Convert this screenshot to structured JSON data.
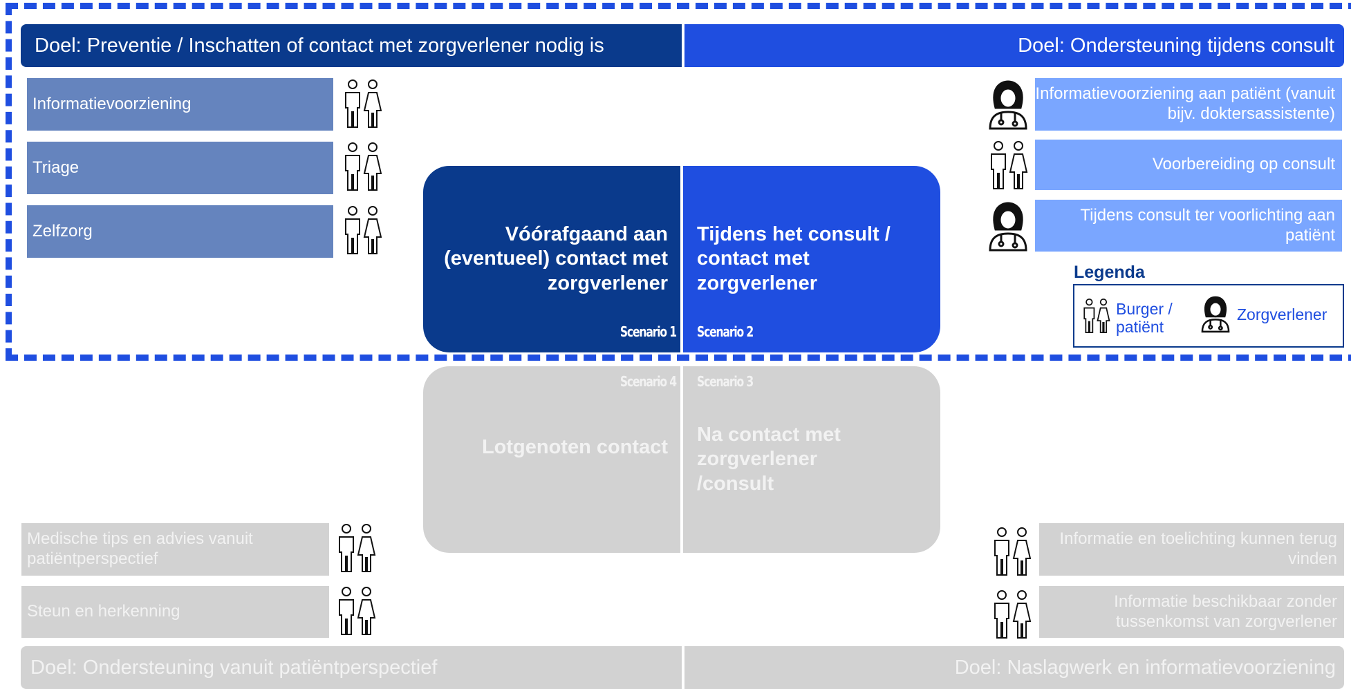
{
  "colors": {
    "dark_navy": "#0a3a8c",
    "royal_blue": "#1f4ee0",
    "mid_blue": "#6584be",
    "light_blue": "#7aa6ff",
    "grey": "#d2d2d2",
    "grey_text": "#f2f2f2"
  },
  "goals": {
    "top_left": "Doel: Preventie / Inschatten of contact met zorgverlener nodig is",
    "top_right": "Doel: Ondersteuning tijdens consult",
    "bottom_left": "Doel: Ondersteuning vanuit patiëntperspectief",
    "bottom_right": "Doel: Naslagwerk en informatievoorziening"
  },
  "left_top_items": [
    {
      "label": "Informatievoorziening",
      "icon": "citizen-patient-icon"
    },
    {
      "label": "Triage",
      "icon": "citizen-patient-icon"
    },
    {
      "label": "Zelfzorg",
      "icon": "citizen-patient-icon"
    }
  ],
  "right_top_items": [
    {
      "label": "Informatievoorziening aan patiënt (vanuit bijv. doktersassistente)",
      "icon": "care-provider-icon"
    },
    {
      "label": "Voorbereiding op consult",
      "icon": "citizen-patient-icon"
    },
    {
      "label": "Tijdens consult ter voorlichting aan patiënt",
      "icon": "care-provider-icon"
    }
  ],
  "left_bottom_items": [
    {
      "label": "Medische tips en advies vanuit patiëntperspectief",
      "icon": "citizen-patient-icon"
    },
    {
      "label": "Steun en herkenning",
      "icon": "citizen-patient-icon"
    }
  ],
  "right_bottom_items": [
    {
      "label": "Informatie en toelichting kunnen terug vinden",
      "icon": "citizen-patient-icon"
    },
    {
      "label": "Informatie beschikbaar zonder tussenkomst van zorgverlener",
      "icon": "citizen-patient-icon"
    }
  ],
  "quadrants": {
    "q1": {
      "title": "Vóórafgaand aan (eventueel) contact met zorgverlener",
      "scenario": "Scenario 1"
    },
    "q2": {
      "title": "Tijdens het consult / contact met zorgverlener",
      "scenario": "Scenario 2"
    },
    "q3": {
      "title": "Na contact met zorgverlener /consult",
      "scenario": "Scenario 3"
    },
    "q4": {
      "title": "Lotgenoten contact",
      "scenario": "Scenario 4"
    }
  },
  "legend": {
    "title": "Legenda",
    "citizen": "Burger / patiënt",
    "provider": "Zorgverlener"
  }
}
